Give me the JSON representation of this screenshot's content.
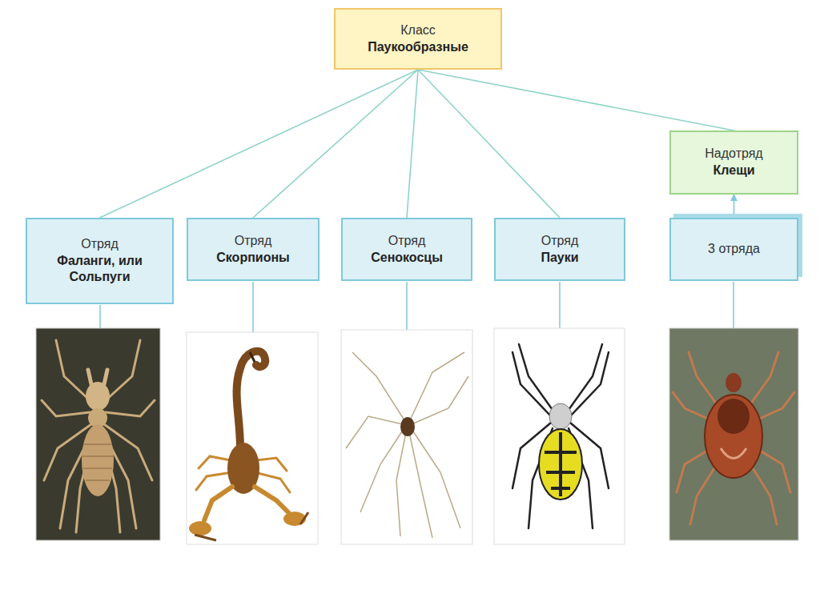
{
  "diagram": {
    "nodes": [
      {
        "text": [
          "Класс",
          "Паукообразные"
        ]
      },
      {
        "text": [
          "Отряд",
          "Фаланги, или Сольпуги"
        ]
      },
      {
        "text": [
          "Отряд",
          "Скорпионы"
        ]
      },
      {
        "text": [
          "Отряд",
          "Сенокосцы"
        ]
      },
      {
        "text": [
          "Отряд",
          "Пауки"
        ]
      },
      {
        "text": [
          "Надотряд",
          "Клещи"
        ]
      },
      {
        "text": [
          "3 отряда"
        ]
      }
    ],
    "edges": [
      {
        "from": 0,
        "to": 1,
        "arrow": "none"
      },
      {
        "from": 0,
        "to": 2,
        "arrow": "none"
      },
      {
        "from": 0,
        "to": 3,
        "arrow": "none"
      },
      {
        "from": 0,
        "to": 4,
        "arrow": "none"
      },
      {
        "from": 0,
        "to": 5,
        "arrow": "none"
      },
      {
        "from": 6,
        "to": 5,
        "arrow": "to"
      }
    ]
  }
}
